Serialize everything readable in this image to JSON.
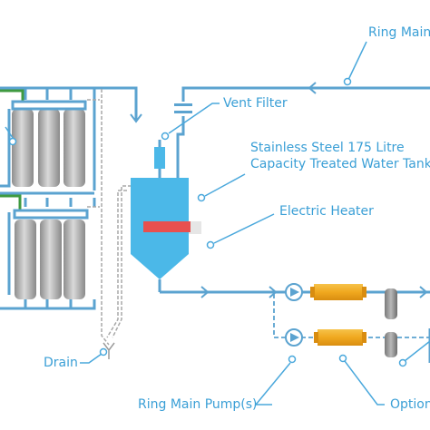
{
  "colors": {
    "pipe": "#5ba3d0",
    "pipe_gray": "#a8a8a8",
    "label": "#3a9fd6",
    "leader": "#4aa8dc",
    "tank": "#4bb8e8",
    "heater": "#e8504f",
    "heater_sleeve": "#e6e6e6",
    "filter": "#f0a81f",
    "green": "#3f9a40",
    "cartridge": "#b6b6b6"
  },
  "labels": {
    "ring_main": "Ring Main",
    "vent_filter": "Vent Filter",
    "tank_line1": "Stainless Steel 175 Litre",
    "tank_line2": "Capacity Treated Water Tank",
    "heater": "Electric Heater",
    "drain": "Drain",
    "pumps": "Ring Main Pump(s)",
    "option": "Option"
  },
  "icons": {
    "pump": "pump-icon",
    "arrow": "flow-arrow-icon",
    "drain": "drain-y-icon"
  }
}
